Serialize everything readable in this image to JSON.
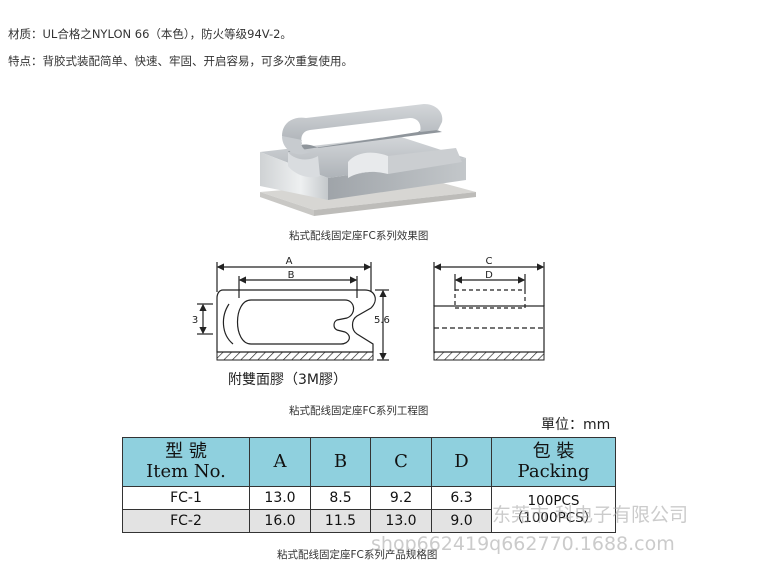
{
  "intro": {
    "material": "材质：UL合格之NYLON 66（本色），防火等级94V-2。",
    "features": "特点：背胶式装配简单、快速、牢固、开启容易，可多次重复使用。"
  },
  "figures": {
    "render_caption": "粘式配线固定座FC系列效果图",
    "drawing_caption": "粘式配线固定座FC系列工程图",
    "table_caption": "粘式配线固定座FC系列产品规格图"
  },
  "drawing": {
    "dim_a": "A",
    "dim_b": "B",
    "dim_c": "C",
    "dim_d": "D",
    "dim_3": "3",
    "dim_56": "5.6",
    "tape_note": "附雙面膠（3M膠）"
  },
  "spec_table": {
    "unit": "單位：mm",
    "headers": {
      "model_cn": "型 號",
      "model_en": "Item No.",
      "a": "A",
      "b": "B",
      "c": "C",
      "d": "D",
      "packing_cn": "包 裝",
      "packing_en": "Packing"
    },
    "rows": [
      {
        "item": "FC-1",
        "a": "13.0",
        "b": "8.5",
        "c": "9.2",
        "d": "6.3"
      },
      {
        "item": "FC-2",
        "a": "16.0",
        "b": "11.5",
        "c": "13.0",
        "d": "9.0"
      }
    ],
    "packing": [
      "100PCS",
      "（1000PCS）"
    ]
  },
  "watermark": {
    "line1": "东莞市     科电子有限公司",
    "line2": "shop662419q662770.1688.com"
  },
  "colors": {
    "header_fill": "#8fd0de",
    "row2_fill": "#e3e3e3"
  }
}
